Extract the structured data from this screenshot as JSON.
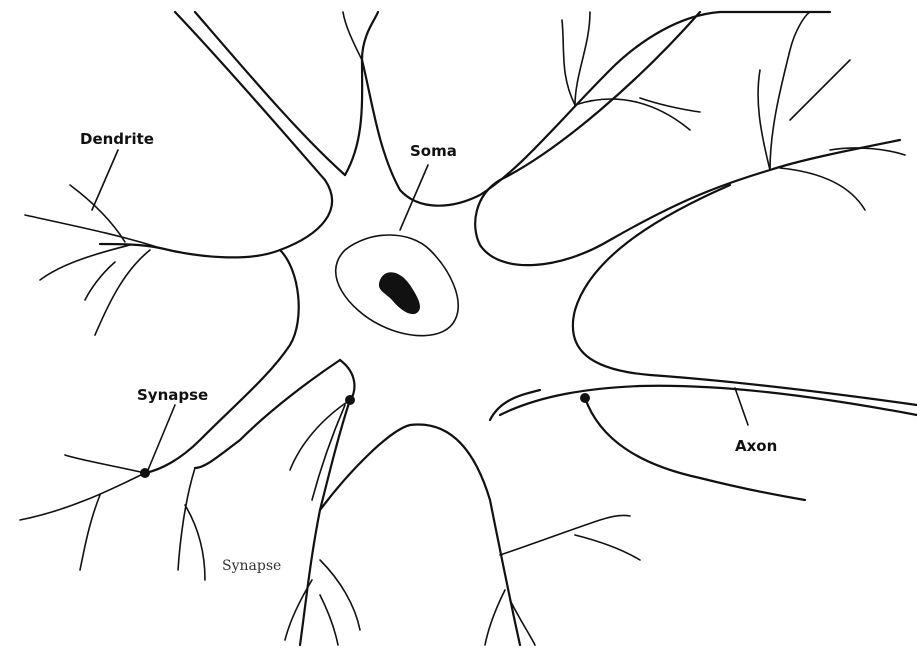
{
  "labels": {
    "dendrite": "Dendrite",
    "soma": "Soma",
    "synapse_upper": "Synapse",
    "synapse_lower": "Synapse",
    "axon": "Axon"
  },
  "colors": {
    "ink": "#111111",
    "background": "#ffffff"
  }
}
